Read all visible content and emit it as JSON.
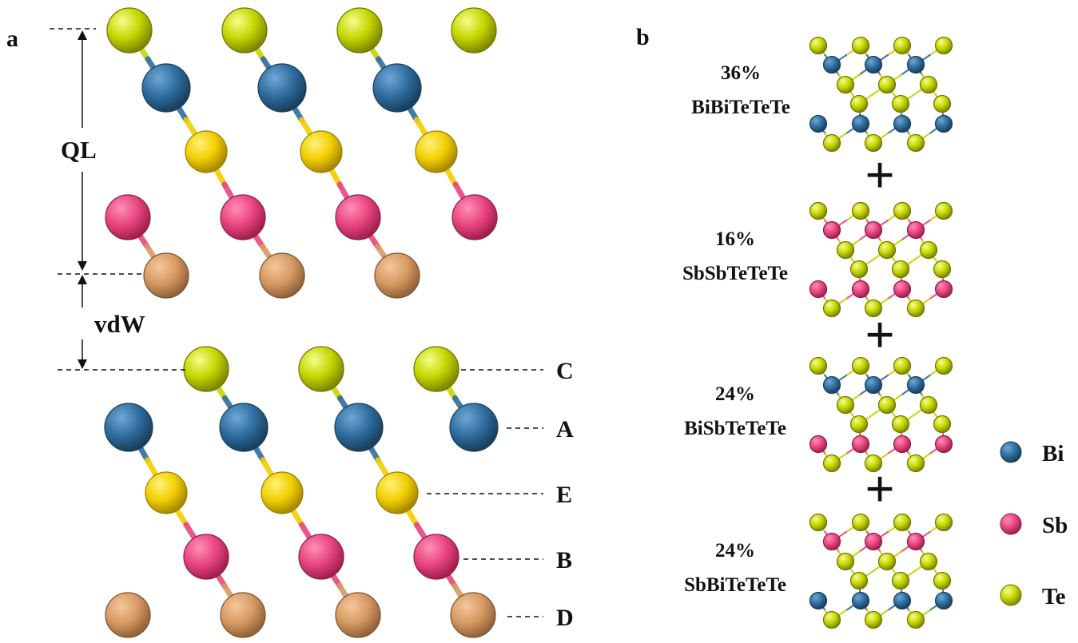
{
  "panels": {
    "a": {
      "label": "a",
      "annotations": {
        "ql": "QL",
        "vdw": "vdW"
      },
      "layer_labels": [
        "C",
        "A",
        "E",
        "B",
        "D"
      ]
    },
    "b": {
      "label": "b",
      "configurations": [
        {
          "percent": "36%",
          "name": "BiBiTeTeTe",
          "metal_top": "Bi",
          "metal_bottom": "Bi"
        },
        {
          "percent": "16%",
          "name": "SbSbTeTeTe",
          "metal_top": "Sb",
          "metal_bottom": "Sb"
        },
        {
          "percent": "24%",
          "name": "BiSbTeTeTe",
          "metal_top": "Bi",
          "metal_bottom": "Sb"
        },
        {
          "percent": "24%",
          "name": "SbBiTeTeTe",
          "metal_top": "Sb",
          "metal_bottom": "Bi"
        }
      ],
      "plus_symbol": "+"
    }
  },
  "legend": [
    {
      "element": "Bi",
      "color": "#2f6d9f"
    },
    {
      "element": "Sb",
      "color": "#e8457f"
    },
    {
      "element": "Te",
      "color": "#c5d500"
    }
  ],
  "atom_colors": {
    "Te": "#c5d500",
    "Bi": "#2f6d9f",
    "TeCenter": "#f2cf00",
    "Sb": "#e8457f",
    "Orange": "#d79a63"
  }
}
